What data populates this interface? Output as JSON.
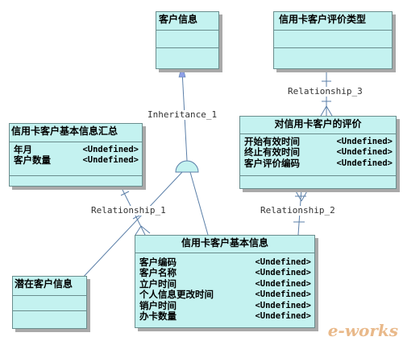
{
  "entities": {
    "customer_info": {
      "title": "客户信息"
    },
    "card_eval_type": {
      "title": "信用卡客户评价类型"
    },
    "card_basic_summary": {
      "title": "信用卡客户基本信息汇总",
      "attributes": [
        {
          "name": "年月",
          "type": "<Undefined>"
        },
        {
          "name": "客户数量",
          "type": "<Undefined>"
        }
      ]
    },
    "card_eval": {
      "title": "对信用卡客户的评价",
      "attributes": [
        {
          "name": "开始有效时间",
          "type": "<Undefined>"
        },
        {
          "name": "终止有效时间",
          "type": "<Undefined>"
        },
        {
          "name": "客户评价编码",
          "type": "<Undefined>"
        }
      ]
    },
    "card_basic_info": {
      "title": "信用卡客户基本信息",
      "attributes": [
        {
          "name": "客户编码",
          "type": "<Undefined>"
        },
        {
          "name": "客户名称",
          "type": "<Undefined>"
        },
        {
          "name": "立户时间",
          "type": "<Undefined>"
        },
        {
          "name": "个人信息更改时间",
          "type": "<Undefined>"
        },
        {
          "name": "销户时间",
          "type": "<Undefined>"
        },
        {
          "name": "办卡数量",
          "type": "<Undefined>"
        }
      ]
    },
    "potential_customer": {
      "title": "潜在客户信息"
    }
  },
  "relationships": {
    "inheritance_1": "Inheritance_1",
    "relationship_1": "Relationship_1",
    "relationship_2": "Relationship_2",
    "relationship_3": "Relationship_3"
  },
  "watermark": {
    "text": "e-works",
    "color": "#e9b98a"
  },
  "colors": {
    "entity_fill": "#c4f2f0",
    "entity_border": "#6a8d8d",
    "line": "#5b7fa8",
    "arrow": "#8fa0e8"
  }
}
